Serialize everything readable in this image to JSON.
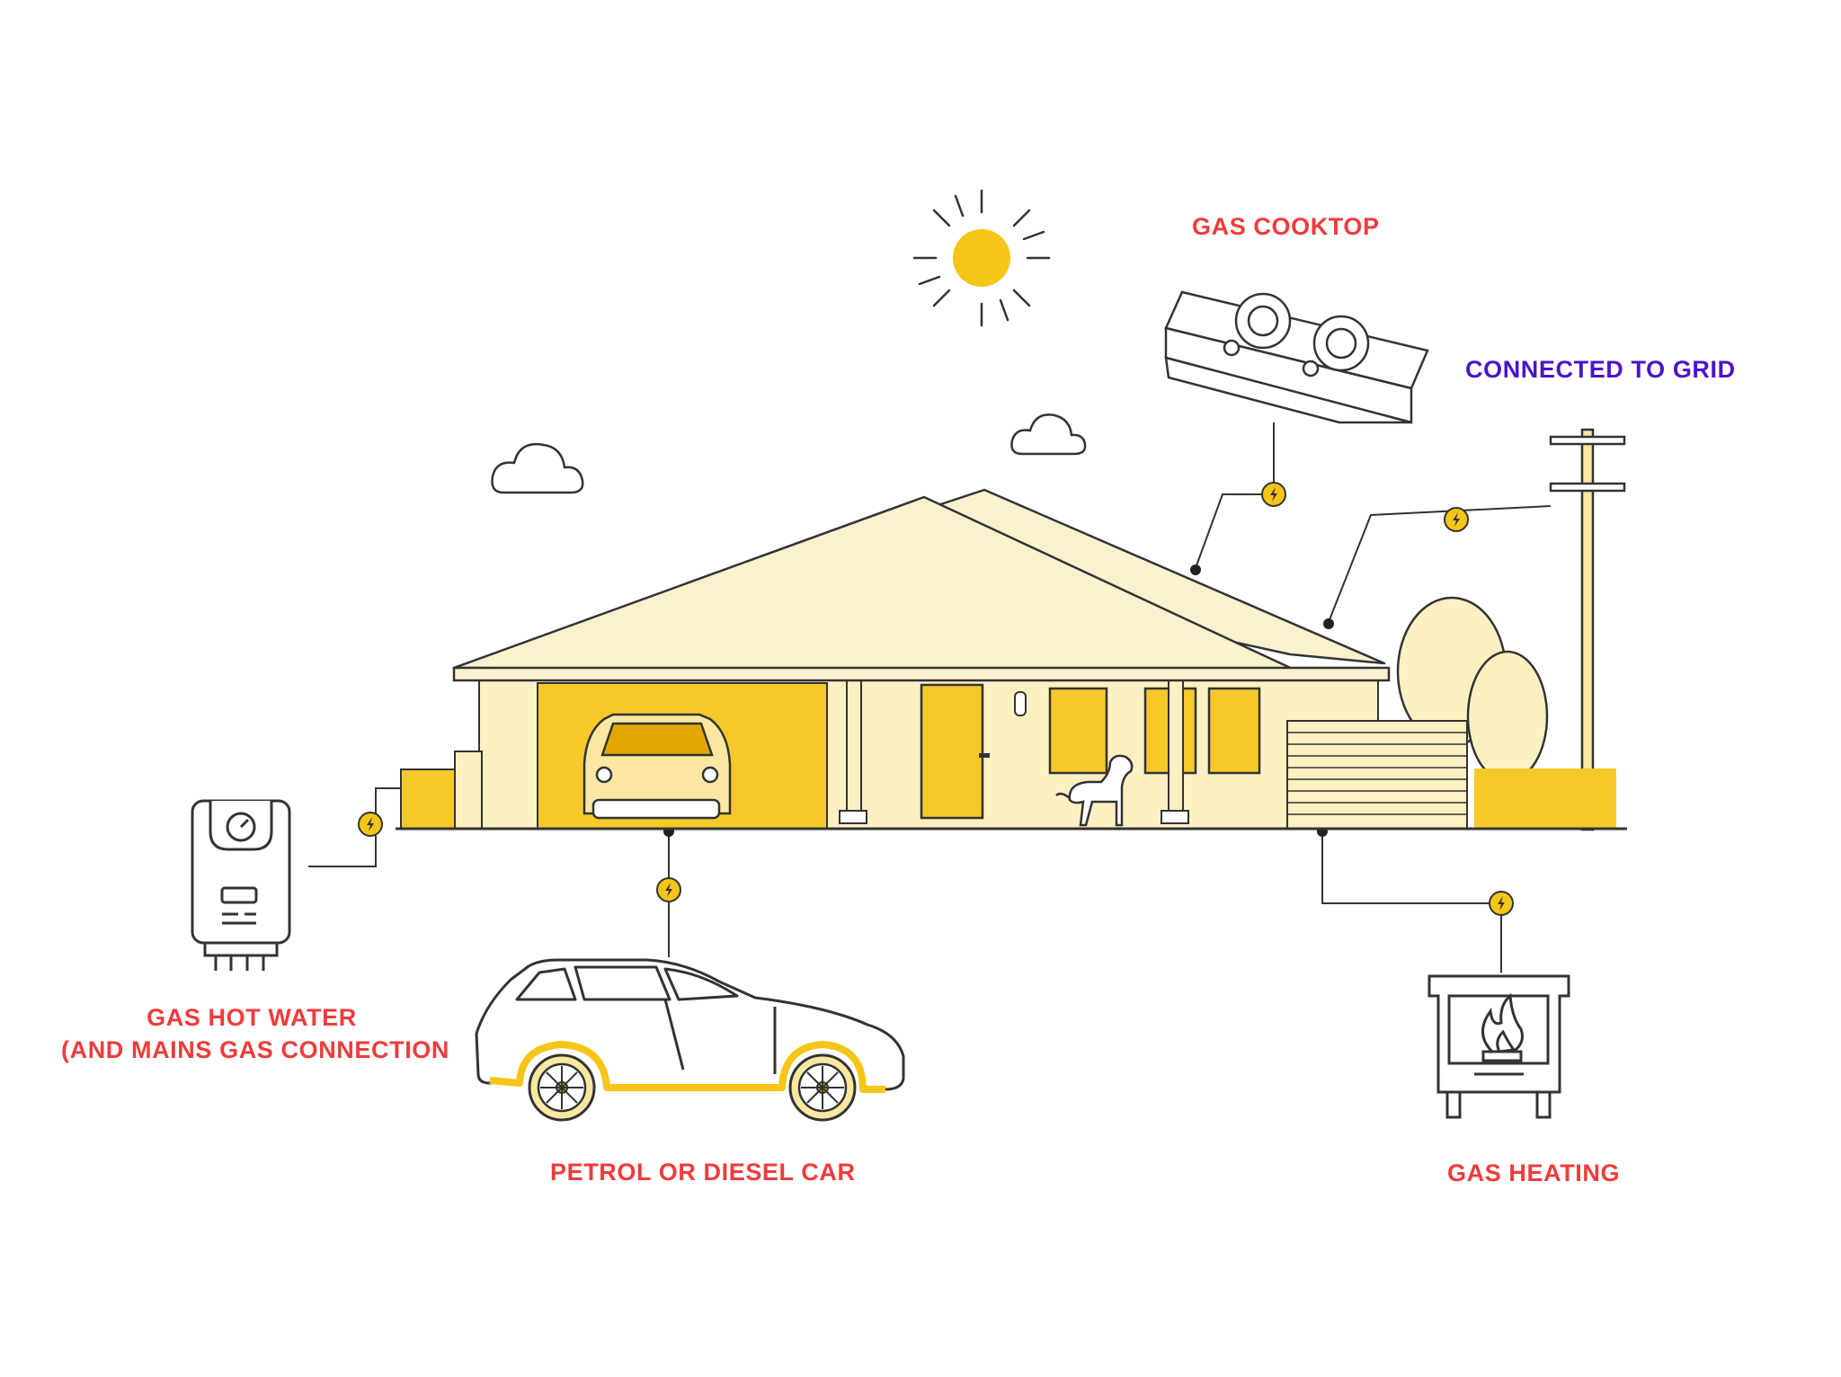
{
  "labels": {
    "gas_cooktop": "GAS COOKTOP",
    "connected_to_grid": "CONNECTED TO GRID",
    "gas_hot_water_line1": "GAS HOT WATER",
    "gas_hot_water_line2": "(AND MAINS GAS CONNECTION",
    "petrol_car": "PETROL OR DIESEL CAR",
    "gas_heating": "GAS HEATING"
  },
  "colors": {
    "label_red": "#ef3b3b",
    "label_purple": "#4a14c9",
    "house_yellow": "#f6c92a",
    "wall_cream": "#fdf0c2",
    "roof_cream": "#fbf1cf",
    "sun_yellow": "#f5c518",
    "line": "#333333"
  },
  "icons": [
    "sun-icon",
    "cloud-icon",
    "gas-cooktop-icon",
    "power-pole-icon",
    "hot-water-unit-icon",
    "petrol-car-icon",
    "gas-heater-icon",
    "lightning-bolt-icon",
    "tree-icon",
    "dog-icon",
    "house-icon"
  ]
}
